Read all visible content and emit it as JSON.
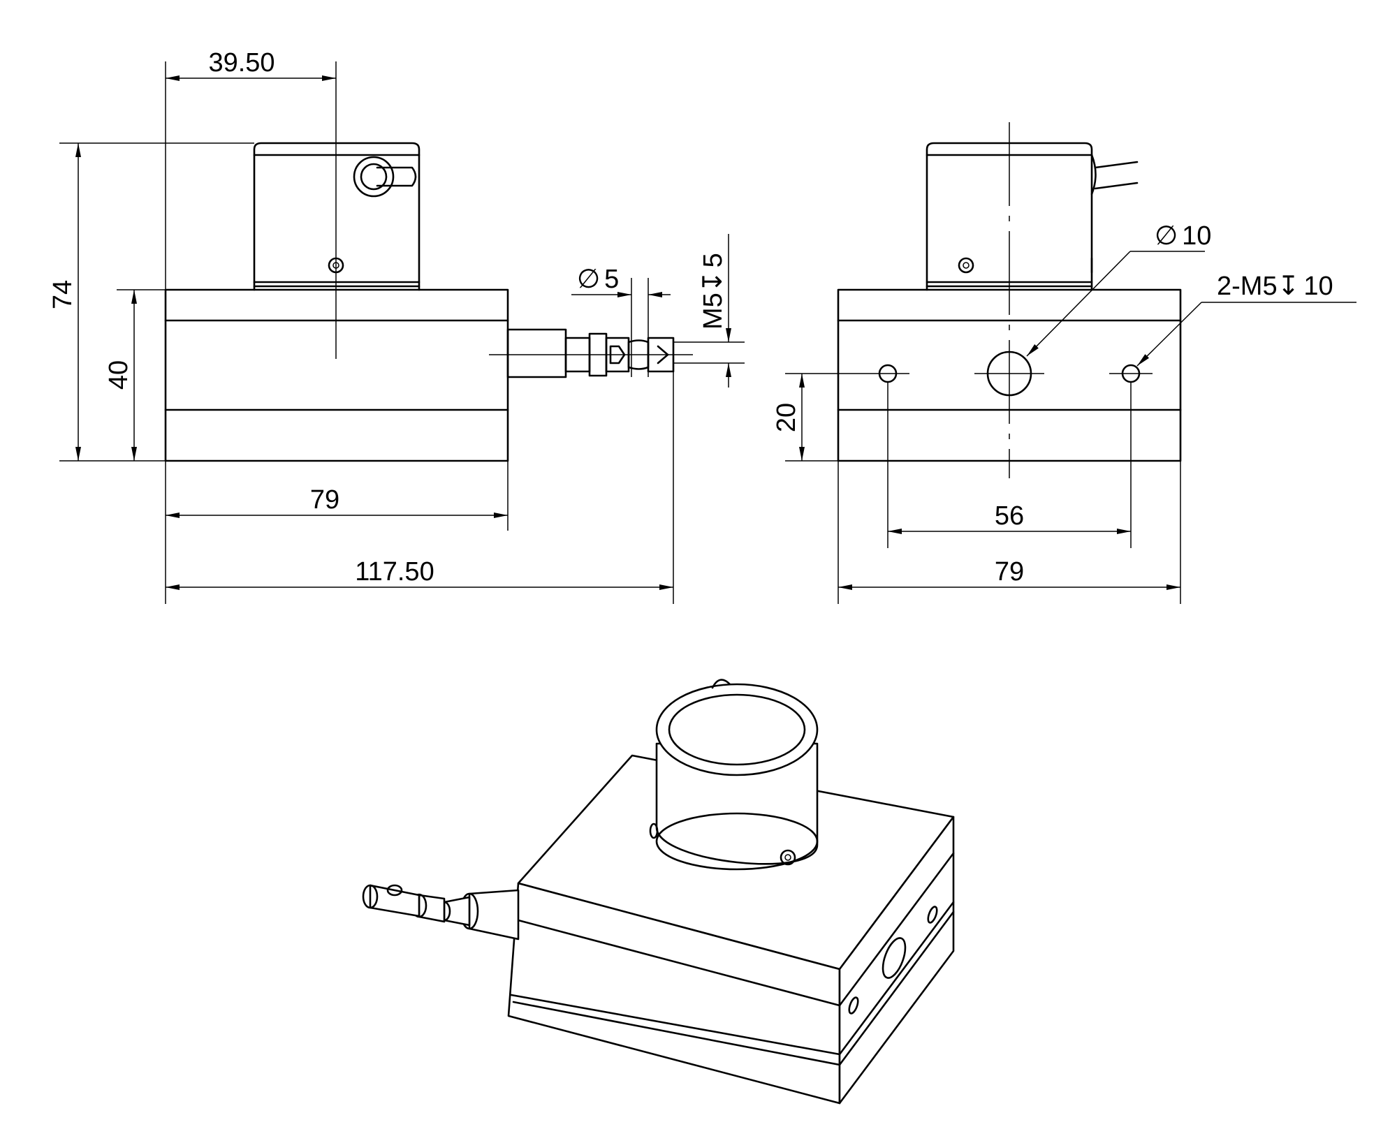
{
  "front_view": {
    "dim_top": "39.50",
    "dim_height_total": "74",
    "dim_height_body": "40",
    "dim_body_width": "79",
    "dim_total_length": "117.50",
    "dim_pin_dia": "5",
    "dim_thread": "M5",
    "dim_thread_depth": "5"
  },
  "side_view": {
    "dim_hole_dia": "10",
    "dim_mount_holes": "2-M5",
    "dim_mount_depth": "10",
    "dim_hole_height": "20",
    "dim_hole_spacing": "56",
    "dim_width": "79"
  },
  "symbols": {
    "diameter": "∅",
    "depth": "↧"
  }
}
